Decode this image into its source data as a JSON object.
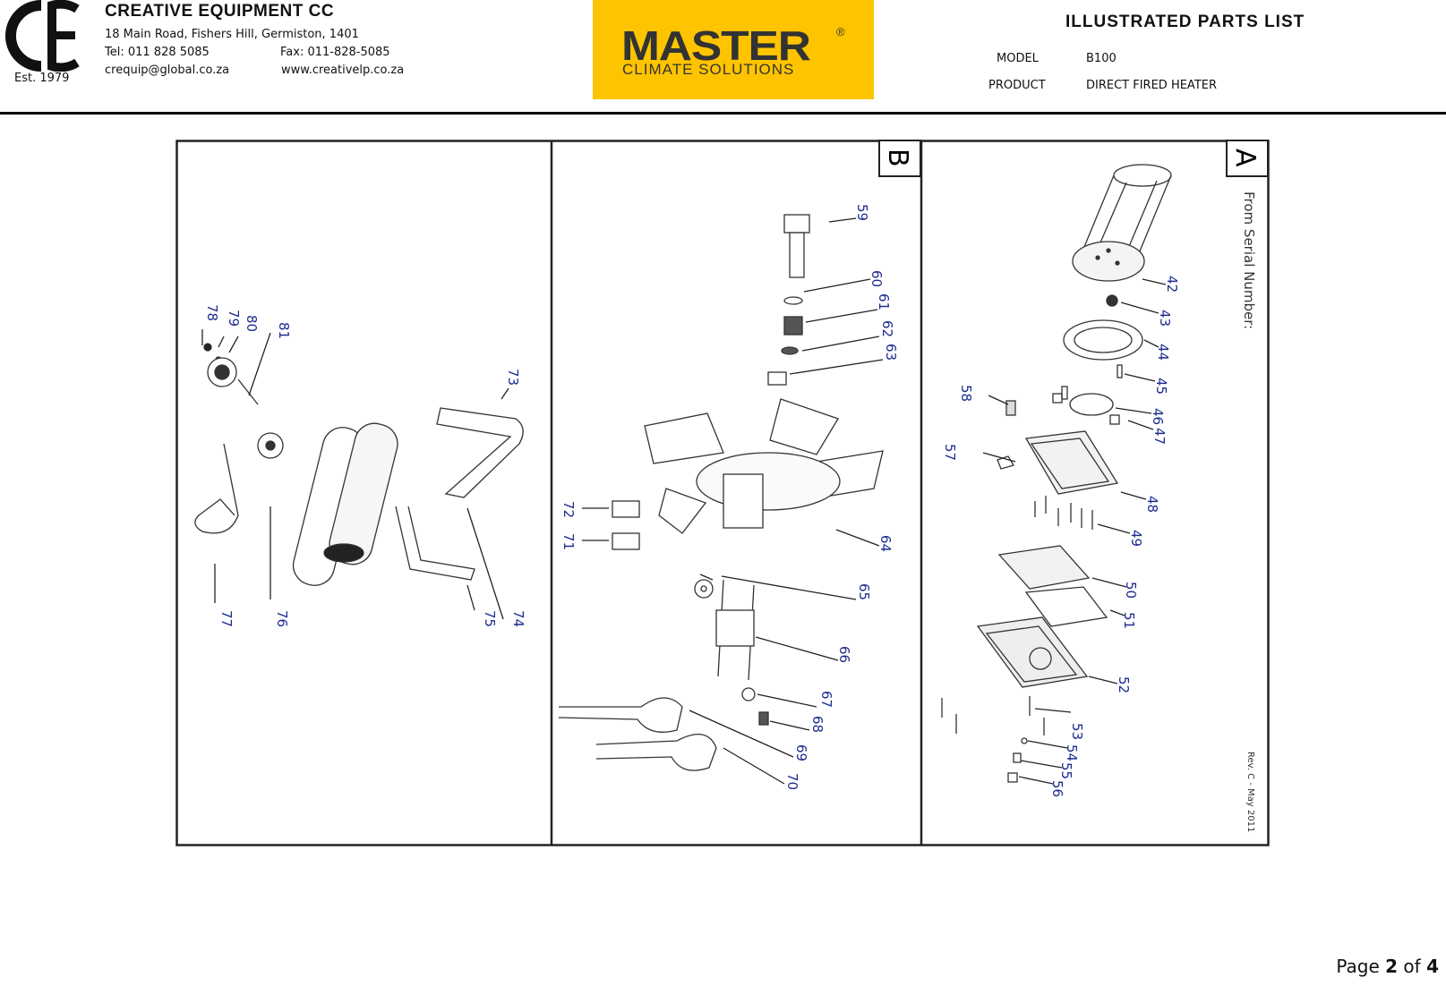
{
  "header": {
    "company_name": "CREATIVE EQUIPMENT CC",
    "address": "18 Main Road, Fishers Hill, Germiston, 1401",
    "tel": "Tel: 011 828 5085",
    "fax": "Fax: 011-828-5085",
    "email": "crequip@global.co.za",
    "website": "www.creativelp.co.za",
    "established": "Est. 1979",
    "ce_logo_text": "CE",
    "brand_logo": {
      "line1": "MASTER",
      "line2": "CLIMATE SOLUTIONS",
      "reg": "®",
      "bg_color": "#FFC400",
      "text_color": "#333333"
    },
    "document_title": "ILLUSTRATED PARTS LIST",
    "model_label": "MODEL",
    "model_value": "B100",
    "product_label": "PRODUCT",
    "product_value": "DIRECT FIRED HEATER"
  },
  "diagram": {
    "section_a_label": "A",
    "section_b_label": "B",
    "from_serial": "From Serial Number:",
    "revision": "Rev. C - May 2011",
    "parts": {
      "p42": "42",
      "p43": "43",
      "p44": "44",
      "p45": "45",
      "p46": "46",
      "p47": "47",
      "p48": "48",
      "p49": "49",
      "p50": "50",
      "p51": "51",
      "p52": "52",
      "p53": "53",
      "p54": "54",
      "p55": "55",
      "p56": "56",
      "p57": "57",
      "p58": "58",
      "p59": "59",
      "p60": "60",
      "p61": "61",
      "p62": "62",
      "p63": "63",
      "p64": "64",
      "p65": "65",
      "p66": "66",
      "p67": "67",
      "p68": "68",
      "p69": "69",
      "p70": "70",
      "p71": "71",
      "p72": "72",
      "p73": "73",
      "p74": "74",
      "p75": "75",
      "p76": "76",
      "p77": "77",
      "p78": "78",
      "p79": "79",
      "p80": "80",
      "p81": "81"
    }
  },
  "footer": {
    "page_prefix": "Page ",
    "page_current": "2",
    "page_of": " of ",
    "page_total": "4"
  }
}
